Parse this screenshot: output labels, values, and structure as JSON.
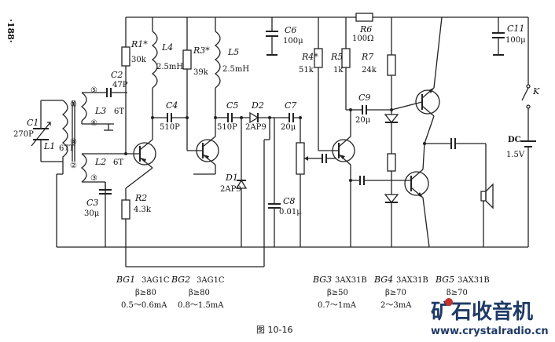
{
  "page_number": "·188·",
  "figure_caption": "图  10-16",
  "watermark": {
    "cn": "矿石收音机",
    "url": "www.crystalradio.cn"
  },
  "components": {
    "C1": {
      "name": "C1",
      "value": "270P"
    },
    "C2": {
      "name": "C2",
      "value": "47P"
    },
    "C3": {
      "name": "C3",
      "value": "30μ"
    },
    "C4": {
      "name": "C4",
      "value": "510P"
    },
    "C5": {
      "name": "C5",
      "value": "510P"
    },
    "C6": {
      "name": "C6",
      "value": "100μ"
    },
    "C7": {
      "name": "C7",
      "value": "20μ"
    },
    "C8": {
      "name": "C8",
      "value": "0.01μ"
    },
    "C9": {
      "name": "C9",
      "value": "20μ"
    },
    "C11": {
      "name": "C11",
      "value": "100μ"
    },
    "L1": {
      "name": "L1",
      "value": "67T"
    },
    "L2": {
      "name": "L2",
      "value": "6T"
    },
    "L3": {
      "name": "L3",
      "value": "6T"
    },
    "L4": {
      "name": "L4",
      "value": "2.5mH"
    },
    "L5": {
      "name": "L5",
      "value": "2.5mH"
    },
    "R1": {
      "name": "R1*",
      "value": "30k"
    },
    "R2": {
      "name": "R2",
      "value": "4.3k"
    },
    "R3": {
      "name": "R3*",
      "value": "39k"
    },
    "R4": {
      "name": "R4*",
      "value": "51k"
    },
    "R5": {
      "name": "R5",
      "value": "1k"
    },
    "R6": {
      "name": "R6",
      "value": "100Ω"
    },
    "R7": {
      "name": "R7",
      "value": "24k"
    },
    "D1": {
      "name": "D1",
      "value": "2AP9"
    },
    "D2": {
      "name": "D2",
      "value": "2AP9"
    },
    "K": {
      "name": "K"
    },
    "DC": {
      "name": "DC",
      "value": "1.5V"
    }
  },
  "coil_taps": [
    "①",
    "⑤",
    "⑥",
    "④",
    "②",
    "③"
  ],
  "transistor_notes": [
    {
      "name": "BG1",
      "model": "3AG1C",
      "beta": "β≥80",
      "current": "0.5～0.6mA"
    },
    {
      "name": "BG2",
      "model": "3AG1C",
      "beta": "β≥80",
      "current": "0.8～1.5mA"
    },
    {
      "name": "BG3",
      "model": "3AX31B",
      "beta": "β≥50",
      "current": "0.7～1mA"
    },
    {
      "name": "BG4",
      "model": "3AX31B",
      "beta": "β≥70",
      "current": "2～3mA"
    },
    {
      "name": "BG5",
      "model": "3AX31B",
      "beta": "β≥70",
      "current": ""
    }
  ],
  "colors": {
    "ink": "#222222",
    "watermark_dark": "#1f3a66",
    "watermark_red": "#c8302a"
  }
}
